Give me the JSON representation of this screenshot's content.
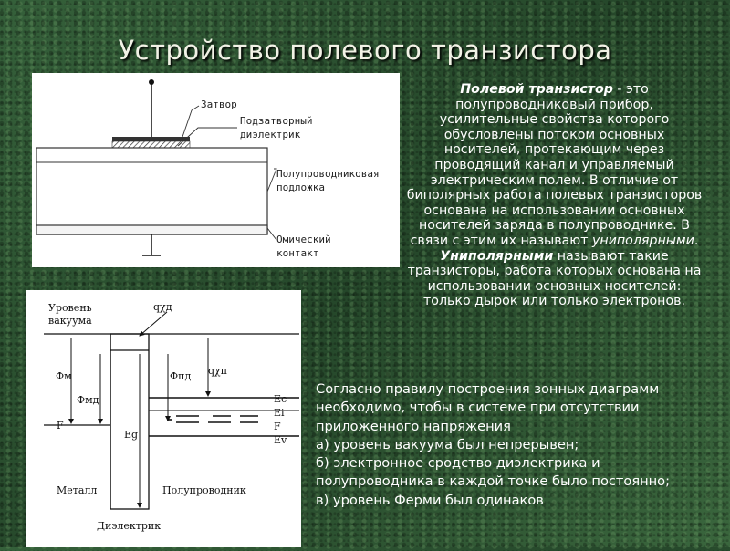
{
  "slide": {
    "title": "Устройство полевого транзистора"
  },
  "structure_diagram": {
    "labels": {
      "gate": "Затвор",
      "dielectric_1": "Подзатворный",
      "dielectric_2": "диэлектрик",
      "substrate_1": "Полупроводниковая",
      "substrate_2": "подложка",
      "contact_1": "Омический",
      "contact_2": "контакт"
    }
  },
  "band_diagram": {
    "labels": {
      "vacuum_1": "Уровень",
      "vacuum_2": "вакуума",
      "chi_d": "qχд",
      "chi_n": "qχп",
      "phi_m": "Фм",
      "phi_md": "Фмд",
      "phi_pd": "Фпд",
      "eg": "Eg",
      "f_left": "F",
      "ec": "Ec",
      "ei": "Ei",
      "f_right": "F",
      "ev": "Ev",
      "metal": "Металл",
      "semiconductor": "Полупроводник",
      "dielectric": "Диэлектрик"
    }
  },
  "description": {
    "term": "Полевой транзистор",
    "p1_a": " - это полупроводниковый прибор, усилительные свойства которого обусловлены потоком основных носителей, протекающим через проводящий канал и управляемый электрическим полем. В отличие от биполярных работа полевых транзисторов основана на использовании основных носителей заряда в полупроводнике. В связи с этим их называют ",
    "p1_term": "униполярными",
    "p1_end": ".",
    "p2_term": "Униполярными",
    "p2_text": " называют такие транзисторы, работа которых основана на использовании основных носителей: только дырок или только электронов."
  },
  "rules": {
    "intro": "Согласно правилу построения зонных диаграмм необходимо, чтобы в системе при отсутствии приложенного напряжения",
    "a": "а) уровень вакуума был непрерывен;",
    "b": "б) электронное сродство диэлектрика и полупроводника в каждой точке было постоянно;",
    "c": "в) уровень Ферми был одинаков"
  }
}
